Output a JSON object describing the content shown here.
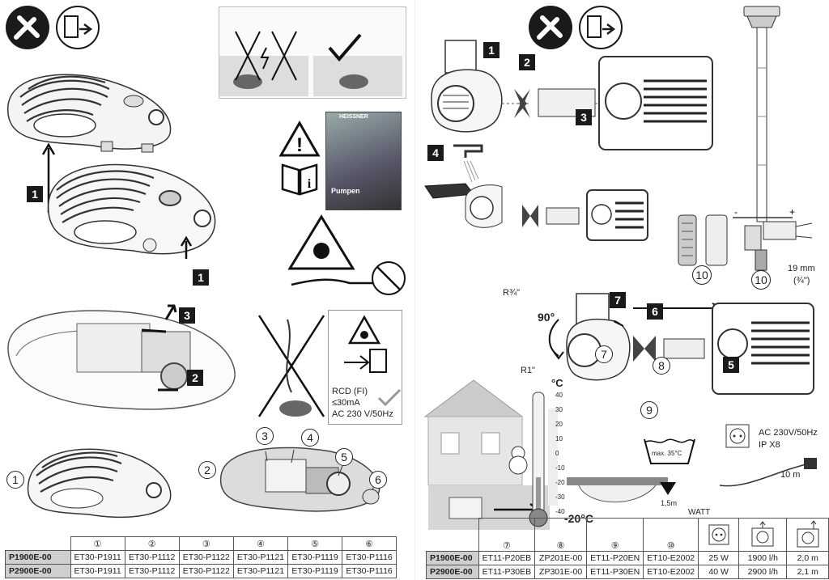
{
  "left": {
    "step_badges": [
      "1",
      "1",
      "3",
      "2"
    ],
    "rcd": {
      "line1": "RCD (FI)",
      "line2": "≤30mA",
      "line3": "AC 230 V/50Hz"
    },
    "manual_title": "Pumpen",
    "manual_brand": "HEISSNER",
    "assembly_numbers": [
      "1",
      "2",
      "3",
      "4",
      "5",
      "6"
    ]
  },
  "right": {
    "step_badges": [
      "1",
      "2",
      "3",
      "4",
      "7",
      "6",
      "5"
    ],
    "part_numbers": [
      "10",
      "10",
      "7",
      "8",
      "9"
    ],
    "hose_size": {
      "mm": "19 mm",
      "inch": "(¾\")"
    },
    "thread_r34": "R¾\"",
    "thread_r1": "R1\"",
    "angle": "90°",
    "thermo_unit": "°C",
    "thermo_scale": [
      "40",
      "30",
      "20",
      "10",
      "0",
      "-10",
      "-20",
      "-30",
      "-40"
    ],
    "frost_temp": "-20°C",
    "depth": "1,5m",
    "wash_max": "max. 35°C",
    "power_spec": {
      "line1": "AC 230V/50Hz",
      "line2": "IP X8"
    },
    "cable_length": "10 m",
    "watt_label": "WATT"
  },
  "table_left": {
    "headers": [
      "①",
      "②",
      "③",
      "④",
      "⑤",
      "⑥"
    ],
    "rows": [
      {
        "model": "P1900E-00",
        "cells": [
          "ET30-P1911",
          "ET30-P1112",
          "ET30-P1122",
          "ET30-P1121",
          "ET30-P1119",
          "ET30-P1116"
        ]
      },
      {
        "model": "P2900E-00",
        "cells": [
          "ET30-P1911",
          "ET30-P1112",
          "ET30-P1122",
          "ET30-P1121",
          "ET30-P1119",
          "ET30-P1116"
        ]
      }
    ]
  },
  "table_right": {
    "headers": [
      "⑦",
      "⑧",
      "⑨",
      "⑩"
    ],
    "rows": [
      {
        "model": "P1900E-00",
        "cells": [
          "ET11-P20EB",
          "ZP201E-00",
          "ET11-P20EN",
          "ET10-E2002"
        ],
        "watt": "25 W",
        "flow": "1900 l/h",
        "height": "2,0 m"
      },
      {
        "model": "P2900E-00",
        "cells": [
          "ET11-P30EB",
          "ZP301E-00",
          "ET11-P30EN",
          "ET10-E2002"
        ],
        "watt": "40 W",
        "flow": "2900 l/h",
        "height": "2,1 m"
      }
    ]
  }
}
